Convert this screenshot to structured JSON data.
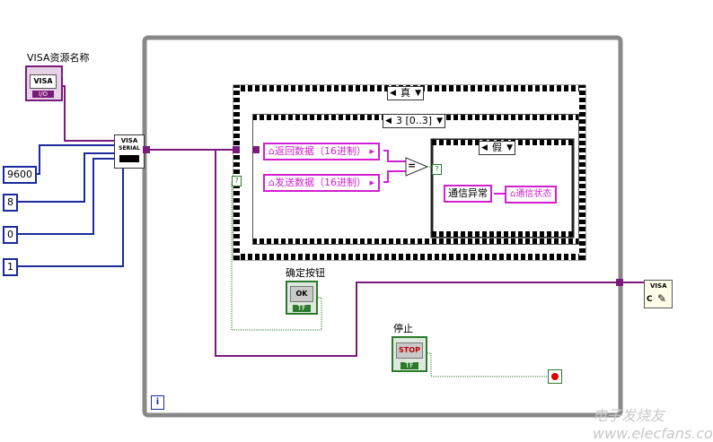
{
  "visa_resource": {
    "label": "VISA资源名称",
    "tag": "VISA",
    "io": "I/O"
  },
  "constants": [
    "9600",
    "8",
    "0",
    "1"
  ],
  "serial_config": {
    "tag1": "VISA",
    "tag2": "SERIAL"
  },
  "case_outer": {
    "selector": "真"
  },
  "sequence": {
    "selector": "3 [0..3]"
  },
  "inner_case": {
    "selector": "假"
  },
  "locals": {
    "return_data": "返回数据（16进制）",
    "send_data": "发送数据（16进制）",
    "comm_error": "通信异常",
    "comm_status": "通信状态"
  },
  "compare_op": "=",
  "question_mark": "?",
  "ok_button": {
    "label": "确定按钮",
    "text": "OK",
    "tf": "TF"
  },
  "stop_button": {
    "label": "停止",
    "text": "STOP",
    "tf": "TF"
  },
  "loop_index": "i",
  "visa_close": {
    "tag": "VISA",
    "letter": "C"
  },
  "watermark": "电子发烧友 www.elecfans.com"
}
